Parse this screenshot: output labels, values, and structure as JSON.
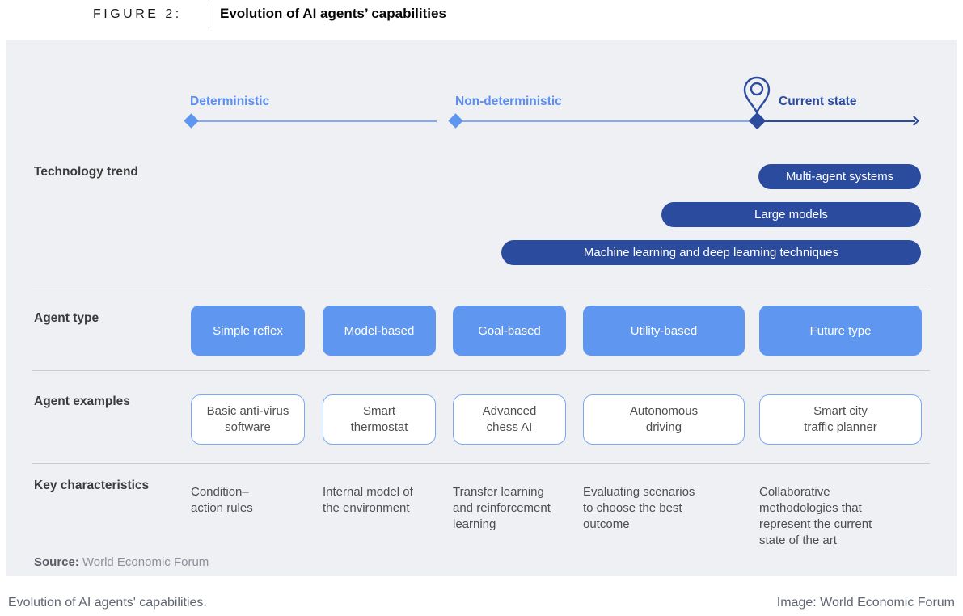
{
  "header": {
    "figure_label": "FIGURE 2:",
    "title": "Evolution of AI agents’ capabilities"
  },
  "timeline": {
    "stages": [
      {
        "label": "Deterministic"
      },
      {
        "label": "Non-deterministic"
      },
      {
        "label": "Current state"
      }
    ],
    "marker_icon": "location-pin"
  },
  "technology_trend": {
    "label": "Technology trend",
    "pills": [
      "Multi-agent systems",
      "Large models",
      "Machine learning and deep learning techniques"
    ]
  },
  "agent_type": {
    "label": "Agent type",
    "items": [
      "Simple reflex",
      "Model-based",
      "Goal-based",
      "Utility-based",
      "Future type"
    ]
  },
  "agent_examples": {
    "label": "Agent examples",
    "items": [
      "Basic anti-virus\nsoftware",
      "Smart\nthermostat",
      "Advanced\nchess AI",
      "Autonomous\ndriving",
      "Smart city\ntraffic planner"
    ]
  },
  "key_characteristics": {
    "label": "Key characteristics",
    "items": [
      "Condition–\naction rules",
      "Internal model of\nthe environment",
      "Transfer learning\nand reinforcement\nlearning",
      "Evaluating scenarios\nto choose the best\noutcome",
      "Collaborative\nmethodologies that\nrepresent the current\nstate of the art"
    ]
  },
  "source": {
    "prefix": "Source:",
    "text": "World Economic Forum"
  },
  "footer": {
    "caption": "Evolution of AI agents' capabilities.",
    "credit": "Image: World Economic Forum"
  },
  "colors": {
    "dark_blue": "#2a4b9e",
    "medium_blue": "#5f96ef",
    "timeline_line_light": "#84a9f2",
    "panel_background": "#eff0f4",
    "example_border": "#79a9f1"
  }
}
